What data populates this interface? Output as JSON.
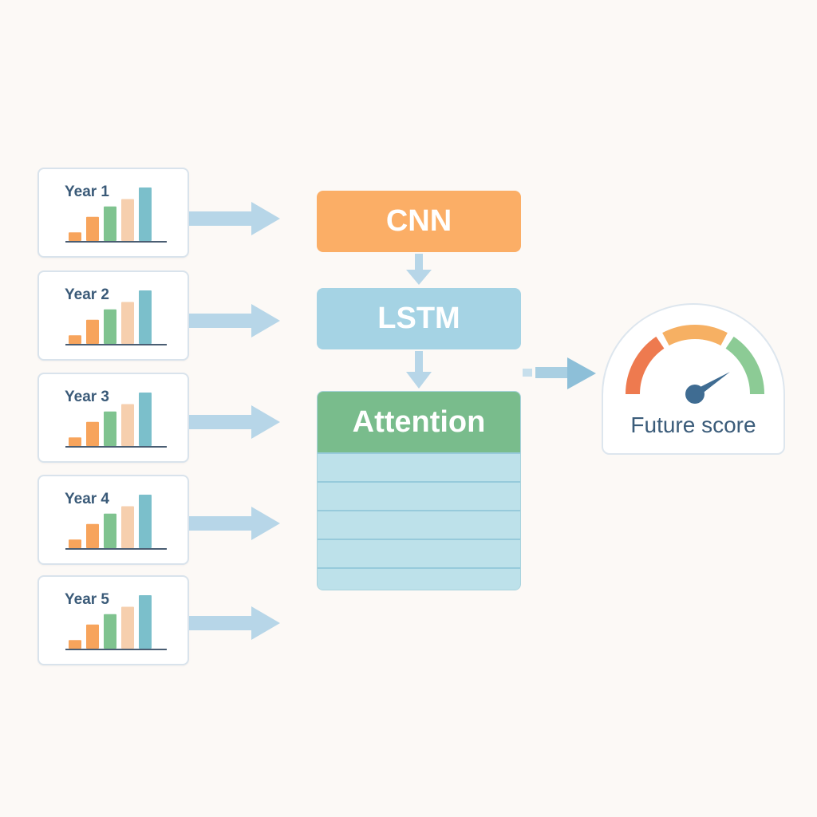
{
  "inputs": [
    {
      "label": "Year 1"
    },
    {
      "label": "Year 2"
    },
    {
      "label": "Year 3"
    },
    {
      "label": "Year 4"
    },
    {
      "label": "Year 5"
    }
  ],
  "mini_chart": {
    "bar_levels": [
      0.15,
      0.42,
      0.6,
      0.73,
      0.93
    ],
    "bar_colors": [
      "#f7a45c",
      "#f7a45c",
      "#7fc38f",
      "#f6cfae",
      "#7bbfcb"
    ]
  },
  "model": {
    "cnn_label": "CNN",
    "lstm_label": "LSTM",
    "attention_label": "Attention",
    "attention_row_count": 5
  },
  "output": {
    "label": "Future score",
    "gauge_value": 0.82,
    "gauge_colors": [
      "#ee7a4f",
      "#f6b063",
      "#8ccb95"
    ],
    "needle_color": "#3f6c92"
  },
  "colors": {
    "arrow": "#b7d6e8",
    "arrow_strong": "#8dbfd8"
  }
}
